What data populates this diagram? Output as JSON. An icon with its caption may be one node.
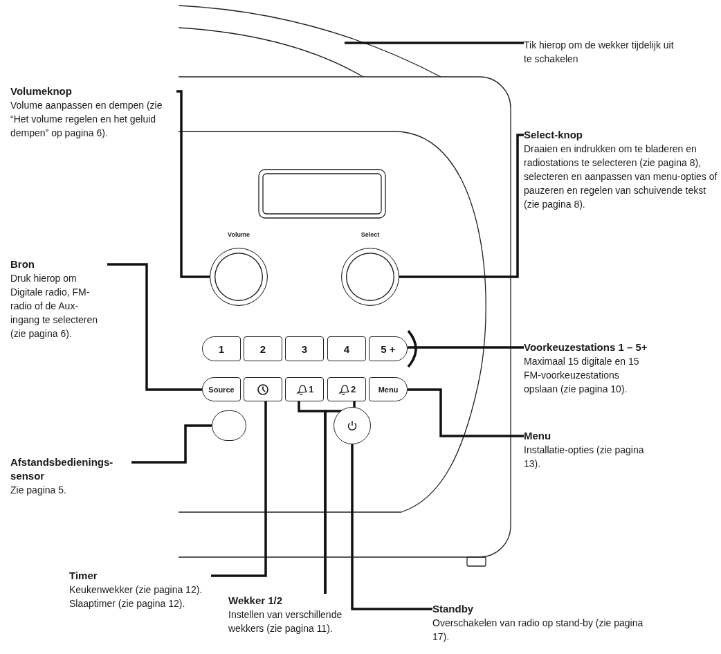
{
  "diagram": {
    "nodes": [
      {
        "text": [
          "Tik hierop om de wekker tijdelijk uit te schakelen"
        ]
      },
      {
        "text": [
          "Volumeknop",
          "Volume aanpassen en dempen (zie “Het volume regelen en het geluid dempen” op pagina 6)."
        ]
      },
      {
        "text": [
          "Select-knop",
          "Draaien en indrukken om te bladeren en radiostations te selecteren (zie pagina 8), selecteren en aanpassen van menu-opties of pauzeren en regelen van schuivende tekst (zie pagina 8)."
        ]
      },
      {
        "text": [
          "Bron",
          "Druk hierop om Digitale radio, FM-radio of de Aux-ingang te selecteren (zie pagina 6)."
        ]
      },
      {
        "text": [
          "Voorkeuzestations 1 – 5+",
          "Maximaal 15 digitale en 15 FM-voorkeuzestations opslaan (zie pagina 10)."
        ]
      },
      {
        "text": [
          "Menu",
          "Installatie-opties (zie pagina 13)."
        ]
      },
      {
        "text": [
          "Afstandsbedienings- sensor",
          "Zie pagina 5."
        ]
      },
      {
        "text": [
          "Timer",
          "Keukenwekker (zie pagina 12). Slaaptimer (zie pagina 12)."
        ]
      },
      {
        "text": [
          "Wekker 1/2",
          "Instellen van verschillende wekkers (zie pagina 11)."
        ]
      },
      {
        "text": [
          "Standby",
          "Overschakelen van radio op stand-by (zie pagina 17)."
        ]
      },
      {
        "text": [],
        "shape": "circle"
      },
      {
        "text": [],
        "shape": "circle"
      },
      {
        "text": [
          "Source"
        ]
      },
      {
        "text": [],
        "shape": "box"
      },
      {
        "text": [
          "1"
        ]
      },
      {
        "text": [
          "2"
        ]
      },
      {
        "text": [
          "Menu"
        ]
      },
      {
        "text": [],
        "shape": "box"
      },
      {
        "text": [],
        "shape": "circle"
      },
      {
        "text": [
          "1"
        ]
      },
      {
        "text": [
          "2"
        ]
      },
      {
        "text": [
          "3"
        ]
      },
      {
        "text": [
          "4"
        ]
      },
      {
        "text": [
          "5 +"
        ]
      }
    ],
    "edges": [
      {
        "from": 0,
        "to": null,
        "arrow": "none"
      },
      {
        "from": 1,
        "to": 10,
        "arrow": "none"
      },
      {
        "from": 2,
        "to": 11,
        "arrow": "none"
      },
      {
        "from": 3,
        "to": 12,
        "arrow": "none"
      },
      {
        "from": 4,
        "to": 23,
        "arrow": "none"
      },
      {
        "from": 5,
        "to": 16,
        "arrow": "none"
      },
      {
        "from": 6,
        "to": 17,
        "arrow": "none"
      },
      {
        "from": 7,
        "to": 13,
        "arrow": "none"
      },
      {
        "from": 8,
        "to": 14,
        "arrow": "none"
      },
      {
        "from": 8,
        "to": 15,
        "arrow": "none"
      },
      {
        "from": 9,
        "to": 18,
        "arrow": "none"
      }
    ],
    "labels": [
      "Volume",
      "Select"
    ]
  }
}
